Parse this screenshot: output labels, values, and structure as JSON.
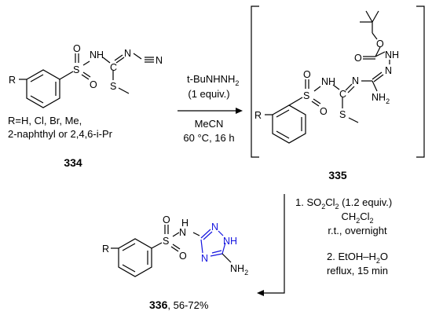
{
  "compound_334": {
    "r_group_text": "R=H, Cl, Br, Me,",
    "r_group_text2": "2-naphthyl or 2,4,6-i-Pr",
    "label": "334"
  },
  "compound_335": {
    "label": "335"
  },
  "compound_336": {
    "label": "336",
    "yield": ", 56-72%"
  },
  "reaction_1": {
    "reagent_main": "t-BuNHNH",
    "reagent_sub": "2",
    "reagent_equiv": "(1 equiv.)",
    "solvent": "MeCN",
    "conditions": "60 °C, 16 h"
  },
  "reaction_2": {
    "step1_prefix": "1. SO",
    "step1_sub1": "2",
    "step1_mid": "Cl",
    "step1_sub2": "2",
    "step1_suffix": " (1.2 equiv.)",
    "solvent_a": "CH",
    "solvent_sub1": "2",
    "solvent_b": "Cl",
    "solvent_sub2": "2",
    "time": "r.t., overnight",
    "step2": "2. EtOH–H",
    "step2_sub": "2",
    "step2_suffix": "O",
    "step2_cond": "reflux, 15 min"
  },
  "atoms": {
    "R": "R",
    "S": "S",
    "O": "O",
    "N": "N",
    "NH": "NH",
    "H": "H",
    "C": "C",
    "NH2_main": "NH",
    "NH2_sub": "2"
  }
}
